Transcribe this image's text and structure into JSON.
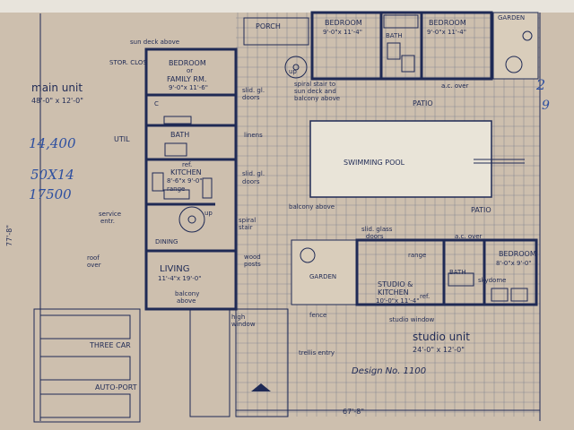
{
  "labels": {
    "porch": "PORCH",
    "bedroom1": "BEDROOM",
    "bedroom1_dim": "9'-0\"x 11'-4\"",
    "bath_top": "BATH",
    "bedroom2": "BEDROOM",
    "bedroom2_dim": "9'-0\"x 11'-4\"",
    "garden_top": "GARDEN",
    "sun_deck_above": "sun deck above",
    "stor_clos": "STOR.\nCLOS",
    "bedroom_family": "BEDROOM",
    "bedroom_family_or": "or",
    "bedroom_family_2": "FAMILY RM.",
    "bedroom_family_dim": "9'-0\"x 11'-6\"",
    "main_unit": "main unit",
    "main_unit_dim": "48'-0\" x 12'-0\"",
    "slid_gl_doors_1": "slid. gl.",
    "slid_gl_doors_1b": "doors",
    "spiral_stair_top": "spiral stair to",
    "spiral_stair_top2": "sun deck and",
    "spiral_stair_top3": "balcony above",
    "up_top": "up",
    "ac_over_top": "a.c. over",
    "patio_top": "PATIO",
    "util": "UTIL",
    "bath_mid": "BATH",
    "linens": "linens",
    "swimming_pool": "SWIMMING POOL",
    "kitchen": "KITCHEN",
    "kitchen_dim": "8'-6\"x 9'-0\"",
    "ref_main": "ref.",
    "range_main": "range",
    "slid_gl_doors_2": "slid. gl.",
    "slid_gl_doors_2b": "doors",
    "balcony_above": "balcony above",
    "patio_mid": "PATIO",
    "service_entr": "service",
    "service_entr2": "entr.",
    "up_mid": "up",
    "spiral_stair_mid": "spiral",
    "spiral_stair_mid2": "stair",
    "slid_glass_doors": "slid. glass",
    "slid_glass_doors2": "doors",
    "ac_over_bottom": "a.c. over",
    "dining": "DINING",
    "roof_over": "roof",
    "roof_over2": "over",
    "wood_posts": "wood",
    "wood_posts2": "posts",
    "garden_bottom": "GARDEN",
    "range_studio": "range",
    "bath_studio": "BATH",
    "bedroom_studio": "BEDROOM",
    "bedroom_studio_dim": "8'-0\"x 9'-0\"",
    "skydome": "skydome",
    "studio_kitchen": "STUDIO &",
    "studio_kitchen2": "KITCHEN",
    "studio_kitchen_dim": "10'-0\"x 11'-4\"",
    "ref_studio": "ref.",
    "living": "LIVING",
    "living_dim": "11'-4\"x 19'-0\"",
    "balcony_above_2": "balcony",
    "balcony_above_2b": "above",
    "fence": "fence",
    "studio_window": "studio window",
    "high_window": "high",
    "high_window2": "window",
    "three_car": "THREE CAR",
    "auto_port": "AUTO-PORT",
    "studio_unit": "studio unit",
    "studio_unit_dim": "24'-0\" x 12'-0\"",
    "trellis_entry": "trellis entry",
    "design_no": "Design No. 1100",
    "dim_bottom": "67'-8\"",
    "dim_left": "77'-8\"",
    "closet_c": "C"
  },
  "handwritten": {
    "n1": "14,400",
    "n2": "50X14",
    "n3": "17500",
    "n4": "2",
    "n5": "9"
  },
  "colors": {
    "paper": "#cdbfae",
    "ink": "#1f2a55",
    "pencil": "#2d4fa0"
  }
}
